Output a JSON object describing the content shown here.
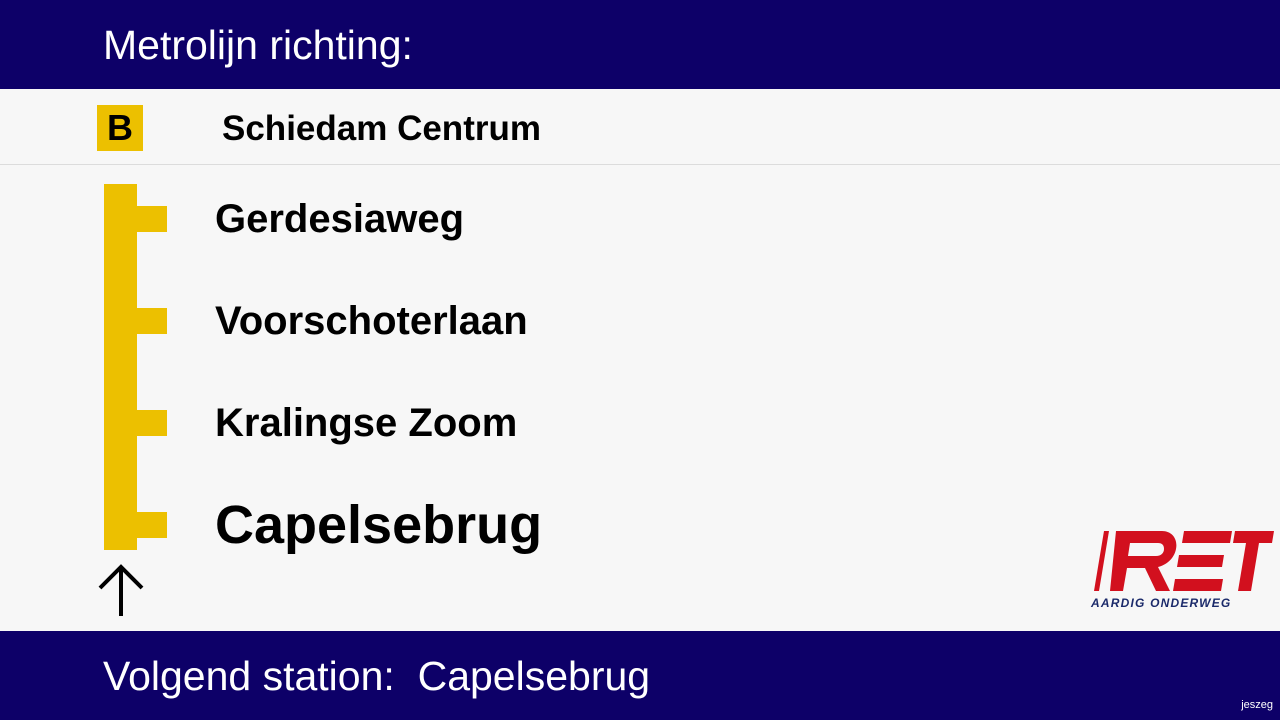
{
  "header": {
    "title": "Metrolijn richting:"
  },
  "line": {
    "badge": "B",
    "color": "#ecc000",
    "destination": "Schiedam Centrum"
  },
  "stations": [
    {
      "name": "Gerdesiaweg"
    },
    {
      "name": "Voorschoterlaan"
    },
    {
      "name": "Kralingse Zoom"
    },
    {
      "name": "Capelsebrug",
      "current": true
    }
  ],
  "direction_icon": "arrow-up-icon",
  "logo": {
    "text": "RET",
    "slogan": "AARDIG ONDERWEG",
    "color": "#d2101e"
  },
  "footer": {
    "next_label": "Volgend station:",
    "next_station": "Capelsebrug",
    "watermark": "jeszeg"
  },
  "colors": {
    "bar": "#0d0068",
    "background": "#f7f7f7",
    "line": "#ecc000"
  }
}
